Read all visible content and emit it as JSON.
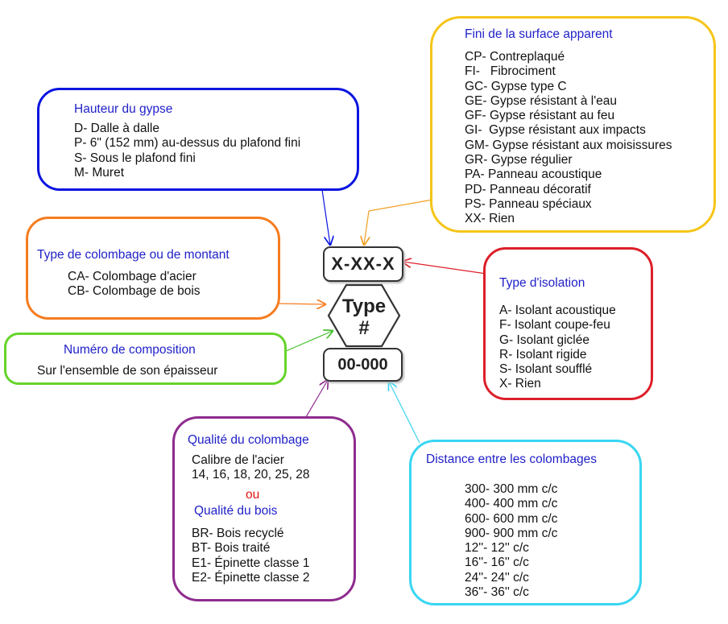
{
  "center": {
    "top_code": "X-XX-X",
    "type_label": "Type",
    "type_symbol": "#",
    "bottom_code": "00-000"
  },
  "hauteur": {
    "title": "Hauteur du gypse",
    "items": [
      "D- Dalle à dalle",
      "P- 6\" (152 mm) au-dessus du plafond fini",
      "S- Sous le plafond fini",
      "M- Muret"
    ]
  },
  "fini": {
    "title": "Fini de la surface apparent",
    "items": [
      "CP- Contreplaqué",
      "FI-   Fibrociment",
      "GC- Gypse type C",
      "GE- Gypse résistant à l'eau",
      "GF- Gypse résistant au feu",
      "GI-  Gypse résistant aux impacts",
      "GM- Gypse résistant aux moisissures",
      "GR- Gypse régulier",
      "PA- Panneau acoustique",
      "PD- Panneau décoratif",
      "PS- Panneau spéciaux",
      "XX- Rien"
    ]
  },
  "colombage_type": {
    "title": "Type de colombage ou de montant",
    "items": [
      "CA- Colombage d'acier",
      "CB- Colombage de bois"
    ]
  },
  "composition": {
    "title": "Numéro de composition",
    "text": "Sur l'ensemble de son épaisseur"
  },
  "isolation": {
    "title": "Type d'isolation",
    "items": [
      "A- Isolant acoustique",
      "F- Isolant coupe-feu",
      "G- Isolant giclée",
      "R- Isolant rigide",
      "S- Isolant soufflé",
      "X- Rien"
    ]
  },
  "qualite": {
    "title": "Qualité du colombage",
    "acier_items": [
      "Calibre de l'acier",
      "14, 16, 18, 20, 25, 28"
    ],
    "ou": "ou",
    "bois_title": "Qualité du bois",
    "bois_items": [
      "BR- Bois recyclé",
      "BT- Bois traité",
      "E1- Épinette classe 1",
      "E2- Épinette classe 2"
    ]
  },
  "distance": {
    "title": "Distance entre les colombages",
    "items": [
      "300- 300 mm c/c",
      "400- 400 mm c/c",
      "600- 600 mm c/c",
      "900- 900 mm c/c",
      "12''- 12'' c/c",
      "16''- 16'' c/c",
      "24''- 24'' c/c",
      "36''- 36'' c/c"
    ]
  },
  "colors": {
    "hauteur": "#0a14e0",
    "fini": "#f5c518",
    "colombage_type": "#f57c1f",
    "composition": "#66d42a",
    "isolation": "#dd1f2a",
    "qualite": "#8e2b8e",
    "distance": "#38d6f2",
    "title_text": "#1f1fc8",
    "ou_text": "#e01414"
  }
}
